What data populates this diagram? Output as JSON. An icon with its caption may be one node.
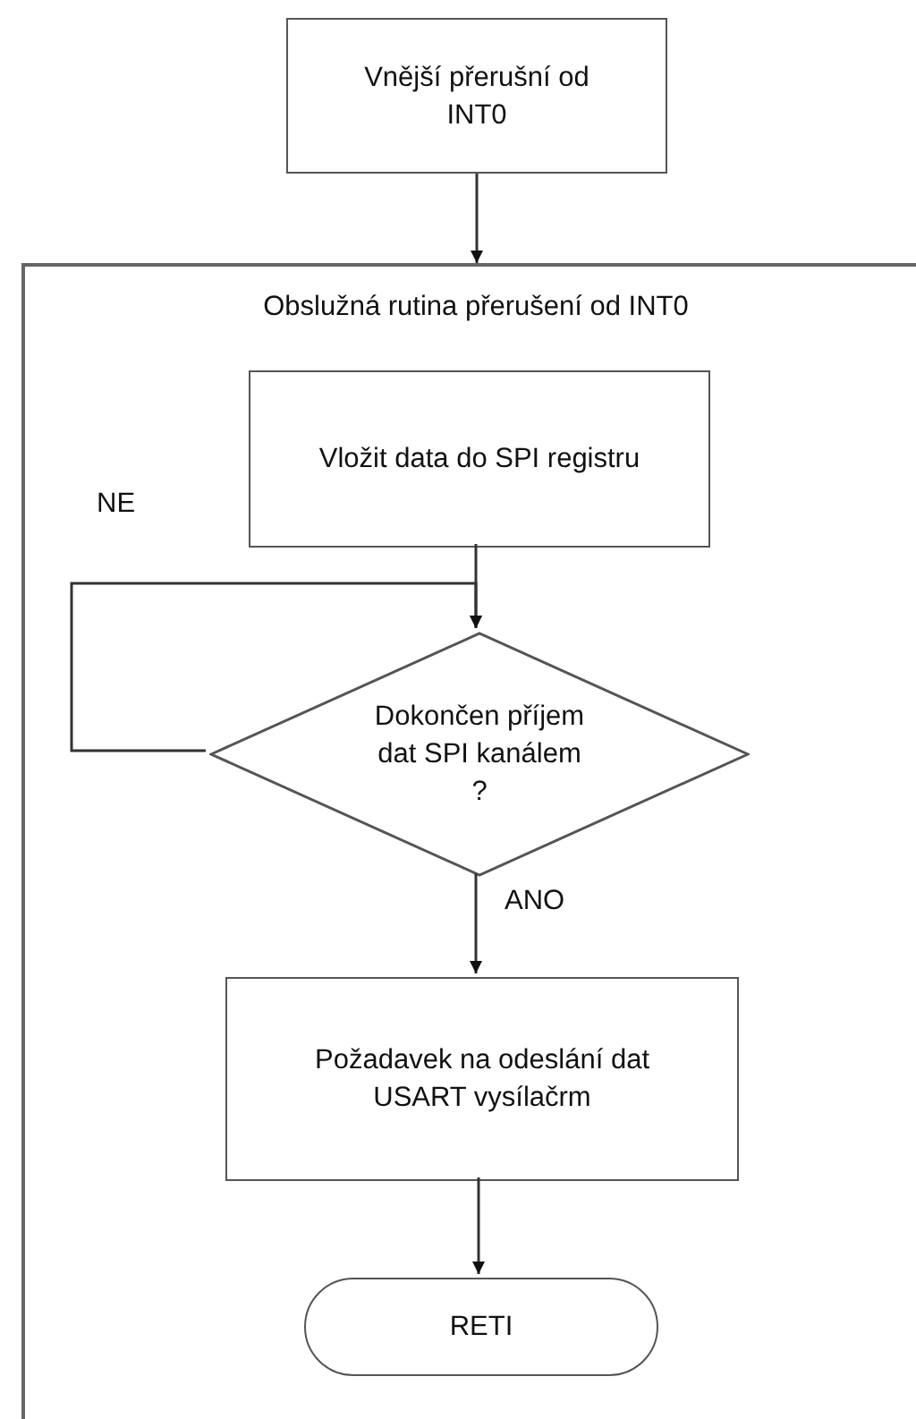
{
  "diagram": {
    "nodes": [
      {
        "text": [
          "Vnější přerušní od INT0"
        ]
      },
      {
        "text": [
          "Obslužná rutina přerušení od INT0"
        ]
      },
      {
        "text": [
          "Vložit data do SPI registru"
        ],
        "in": 1
      },
      {
        "text": [
          "Dokončen příjem dat SPI kanálem ?"
        ],
        "in": 1
      },
      {
        "text": [
          "Požadavek na odeslání dat USART vysílačrm"
        ],
        "in": 1
      },
      {
        "text": [
          "RETI"
        ],
        "in": 1
      }
    ],
    "edges": [
      {
        "from": 0,
        "to": 1,
        "arrow": "to"
      },
      {
        "from": 2,
        "to": 3,
        "arrow": "to"
      },
      {
        "from": 3,
        "to": 3,
        "label": "NE",
        "arrow": "to"
      },
      {
        "from": 3,
        "to": 4,
        "label": "ANO",
        "arrow": "to"
      },
      {
        "from": 4,
        "to": 5,
        "arrow": "to"
      }
    ]
  }
}
